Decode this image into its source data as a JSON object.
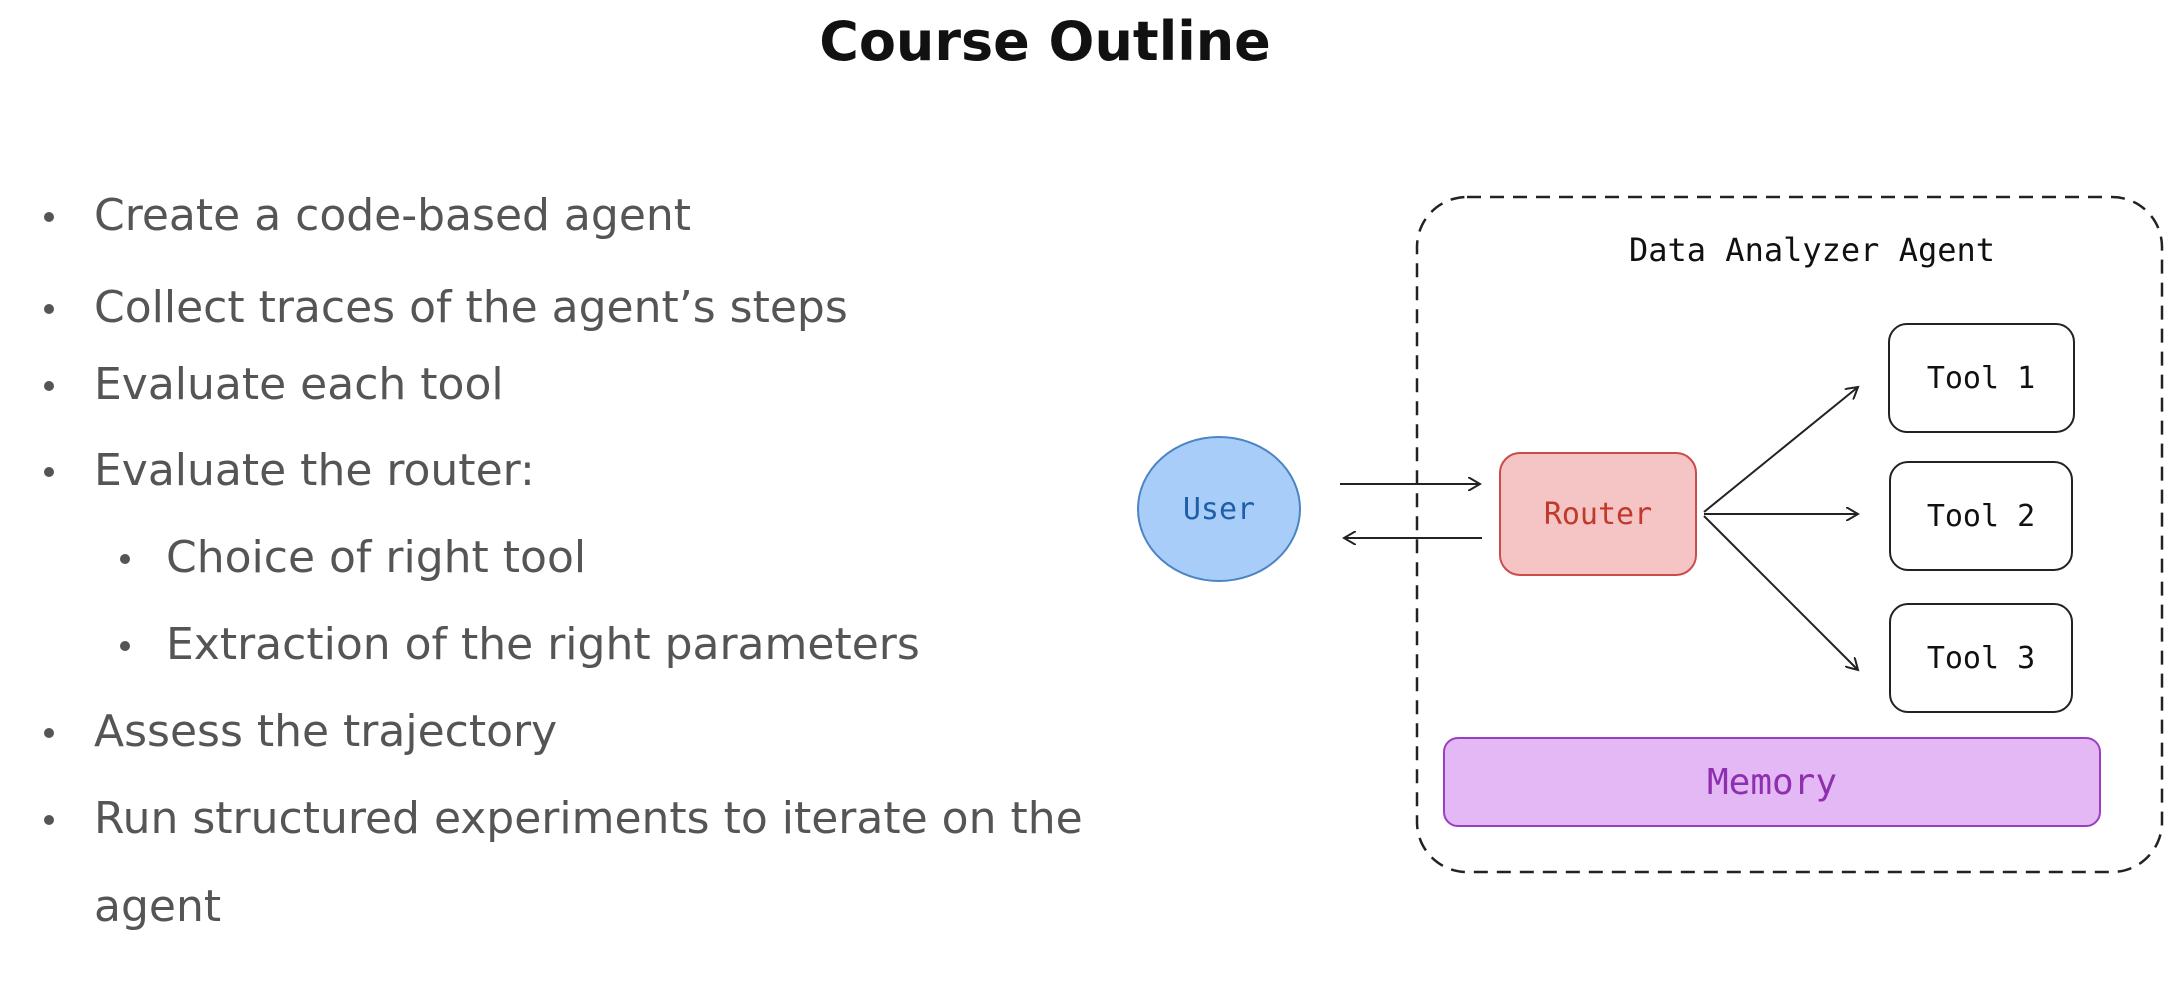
{
  "title": "Course Outline",
  "outline": {
    "items": [
      {
        "text": "Create a code-based agent",
        "level": 1
      },
      {
        "text": "Collect traces of the agent’s steps",
        "level": 1
      },
      {
        "text": "Evaluate each tool",
        "level": 1
      },
      {
        "text": "Evaluate the router:",
        "level": 1
      },
      {
        "text": "Choice of right tool",
        "level": 2
      },
      {
        "text": "Extraction of the right parameters",
        "level": 2
      },
      {
        "text": "Assess the trajectory",
        "level": 1
      },
      {
        "text": "Run structured experiments to iterate on the agent",
        "level": 1
      }
    ]
  },
  "diagram": {
    "container_label": "Data Analyzer Agent",
    "user_label": "User",
    "router_label": "Router",
    "tools": [
      "Tool 1",
      "Tool 2",
      "Tool 3"
    ],
    "memory_label": "Memory",
    "colors": {
      "user_fill": "#a8cdf8",
      "user_stroke": "#4a84c4",
      "user_text": "#1f5fa8",
      "router_fill": "#f5c4c4",
      "router_stroke": "#cc4b4b",
      "router_text": "#c0392b",
      "memory_fill": "#e4b8f4",
      "memory_stroke": "#9b3fc2",
      "memory_text": "#8e2fb0",
      "tool_stroke": "#222222"
    }
  }
}
